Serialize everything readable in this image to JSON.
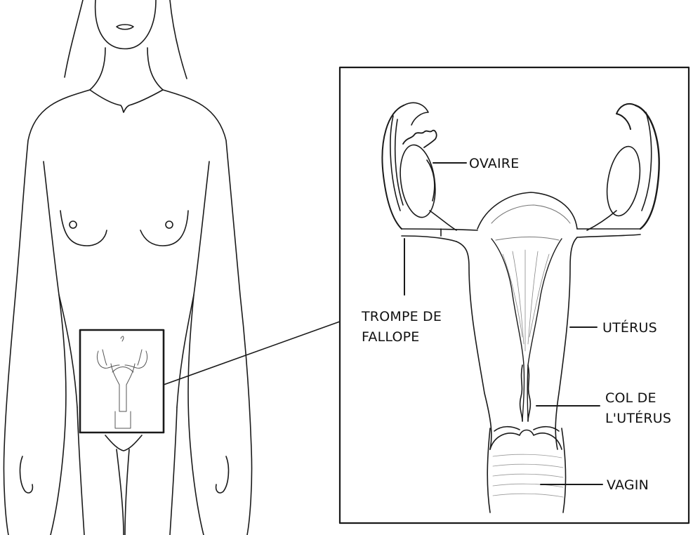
{
  "labels": {
    "ovaire": "OVAIRE",
    "trompe_line1": "TROMPE DE",
    "trompe_line2": "FALLOPE",
    "uterus": "UTÉRUS",
    "col_line1": "COL DE",
    "col_line2": "L'UTÉRUS",
    "vagin": "VAGIN"
  },
  "colors": {
    "line": "#1a1a1a",
    "sketch": "#555555",
    "background": "#ffffff"
  }
}
